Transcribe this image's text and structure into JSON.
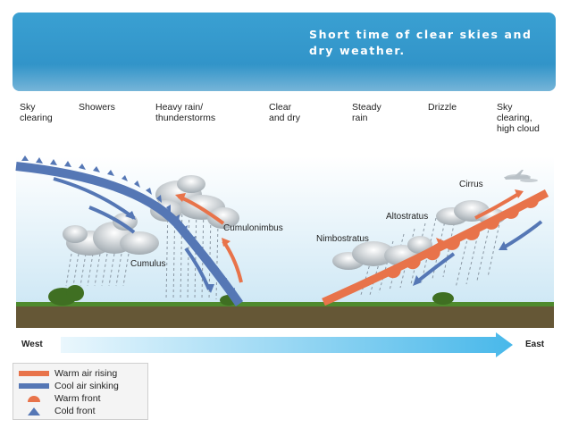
{
  "slide_title": "Short time of clear skies and dry weather.",
  "weather_labels": [
    "Sky\nclearing",
    "Showers",
    "Heavy rain/\nthunderstorms",
    "Clear\nand dry",
    "Steady\nrain",
    "Drizzle",
    "Sky\nclearing,\nhigh cloud"
  ],
  "cloud_labels": [
    "Cumulus",
    "Cumulonimbus",
    "Nimbostratus",
    "Altostratus",
    "Cirrus"
  ],
  "direction": {
    "west": "West",
    "east": "East"
  },
  "legend": [
    {
      "label": "Warm air rising",
      "symbol": "red-bar"
    },
    {
      "label": "Cool air sinking",
      "symbol": "blue-bar"
    },
    {
      "label": "Warm front",
      "symbol": "red-semicircle"
    },
    {
      "label": "Cold front",
      "symbol": "blue-triangle"
    }
  ],
  "colors": {
    "banner": "#2d8ec4",
    "warm": "#e8734a",
    "cold": "#5577b5",
    "ground": "#6a5b3a",
    "grass": "#4f8a2e",
    "sky_top": "#ffffff",
    "sky_bottom": "#cfe8f5",
    "arrow": "#5ec4ee"
  }
}
